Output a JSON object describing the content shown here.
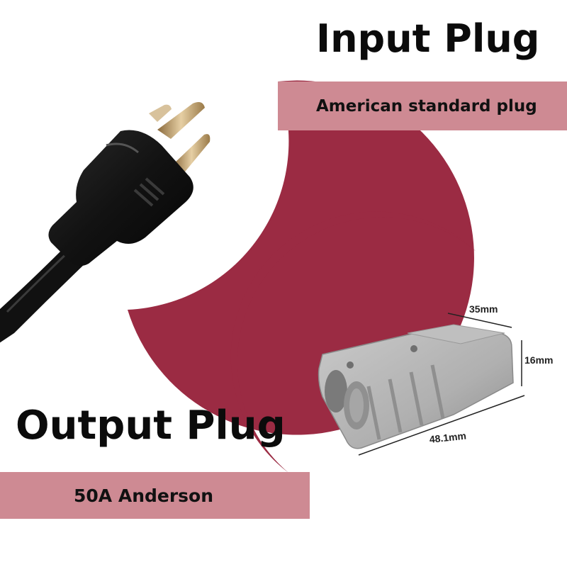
{
  "input": {
    "title": "Input Plug",
    "band_label": "American standard plug"
  },
  "output": {
    "title": "Output Plug",
    "band_label": "50A Anderson"
  },
  "dimensions": {
    "width": "35mm",
    "height": "16mm",
    "length": "48.1mm"
  },
  "colors": {
    "crescent": "#9b2b43",
    "band": "#ce8a93",
    "text": "#0b0b0b",
    "connector": "#b4b4b4"
  }
}
